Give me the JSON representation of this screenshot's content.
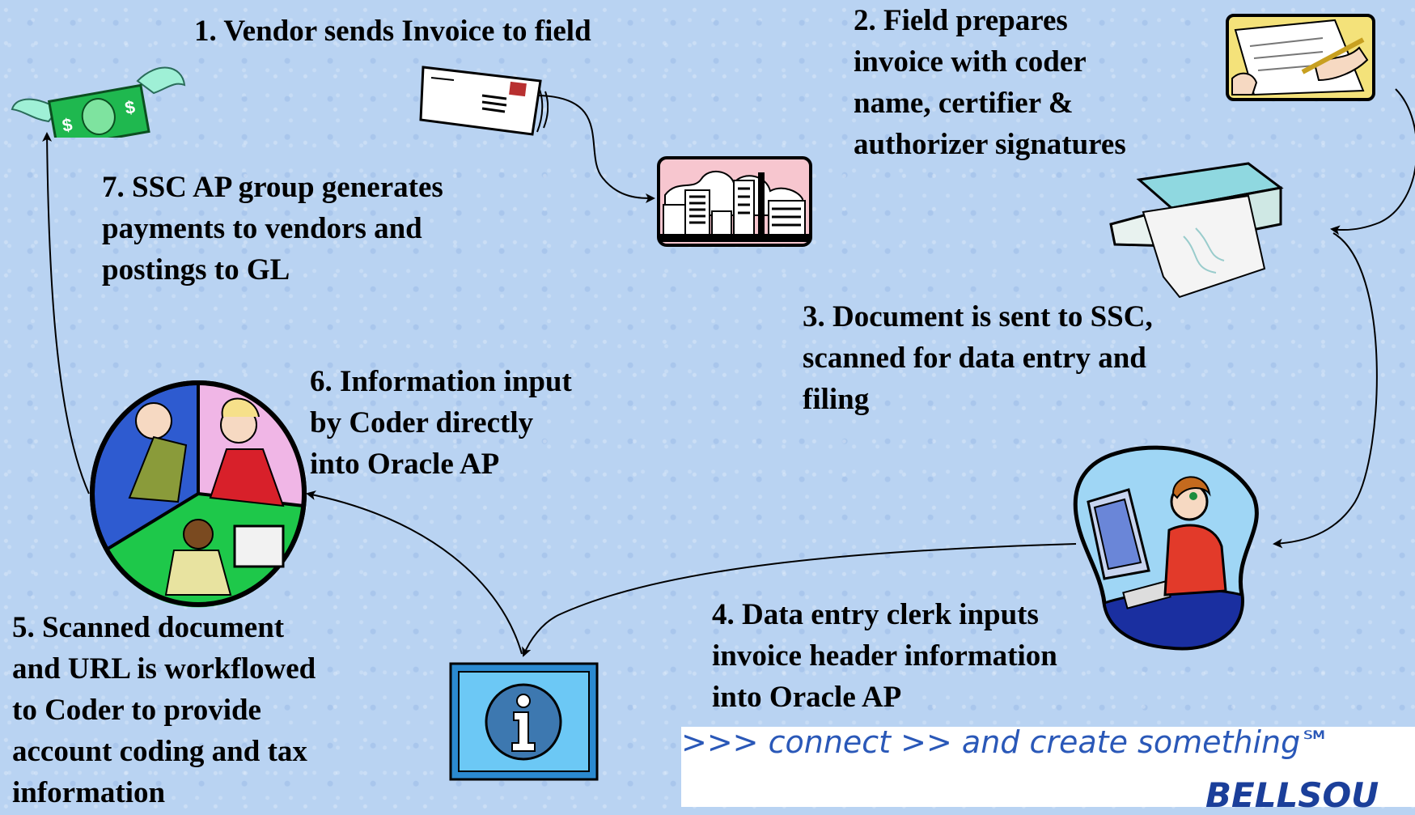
{
  "steps": {
    "s1": "1.  Vendor sends Invoice to field",
    "s2": "2. Field prepares\ninvoice with coder\nname, certifier &\nauthorizer signatures",
    "s3": "3. Document is sent to SSC,\nscanned for data entry and\nfiling",
    "s4": "4. Data entry clerk inputs\ninvoice header information\ninto Oracle AP",
    "s5": "5.  Scanned document\nand URL is workflowed\nto Coder to provide\naccount coding and tax\ninformation",
    "s6": "6. Information input\nby Coder directly\ninto Oracle AP",
    "s7": "7. SSC AP group generates\npayments to vendors and\npostings to GL"
  },
  "banner": {
    "tagline": ">>> connect >> and create something℠",
    "logo": "BELLSOU"
  },
  "icons": [
    "flying-money-icon",
    "envelope-icon",
    "city-buildings-icon",
    "signing-hand-icon",
    "printer-icon",
    "data-entry-clerk-icon",
    "coders-team-icon",
    "info-sign-icon",
    "bellsouth-logo-icon"
  ]
}
